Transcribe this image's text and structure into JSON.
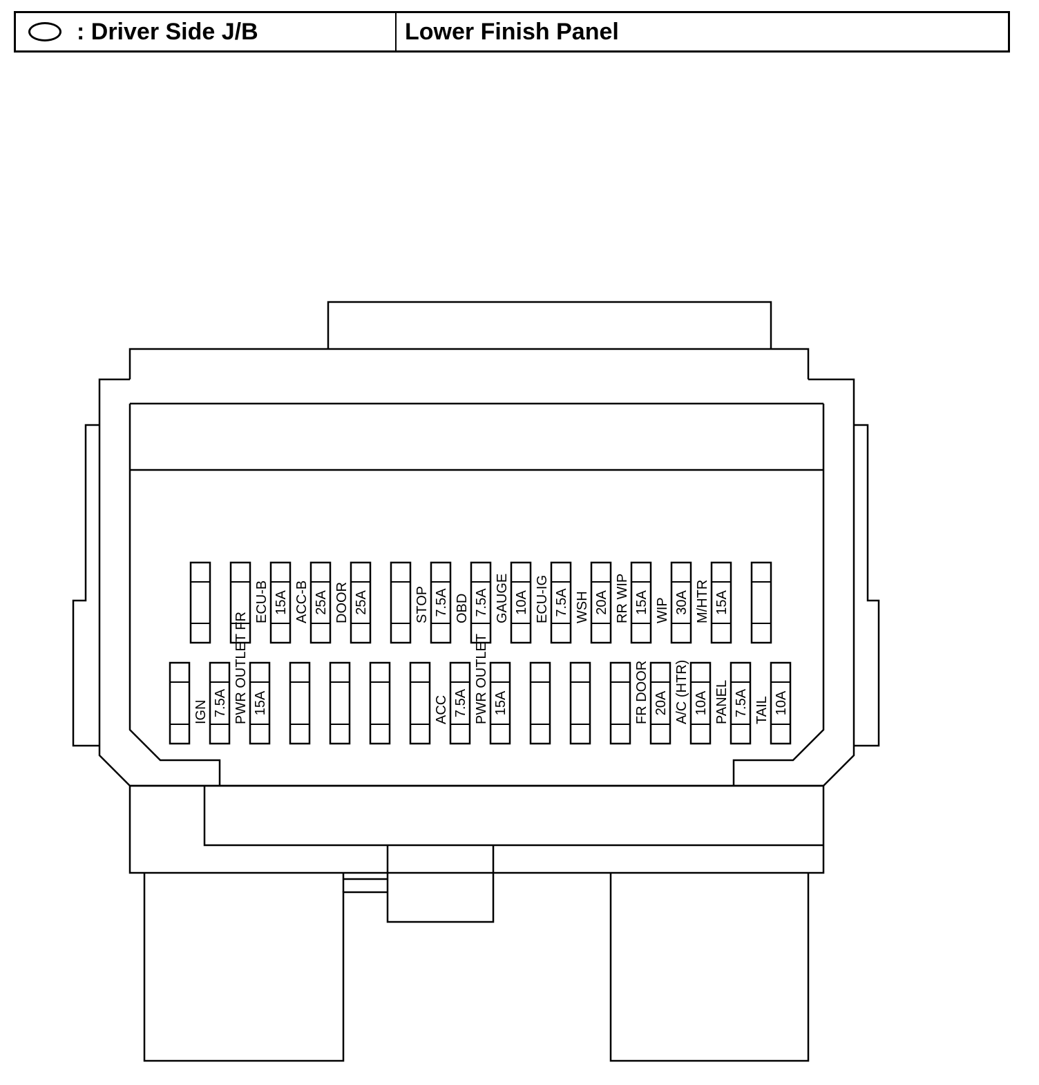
{
  "header": {
    "legend_icon": "oval-icon",
    "left_title": ": Driver Side J/B",
    "right_title": "Lower Finish Panel"
  },
  "fuses_top": [
    {
      "rating": "",
      "name": ""
    },
    {
      "rating": "",
      "name": ""
    },
    {
      "rating": "15A",
      "name": "ECU-B"
    },
    {
      "rating": "25A",
      "name": "ACC-B"
    },
    {
      "rating": "25A",
      "name": "DOOR"
    },
    {
      "rating": "",
      "name": ""
    },
    {
      "rating": "7.5A",
      "name": "STOP"
    },
    {
      "rating": "7.5A",
      "name": "OBD"
    },
    {
      "rating": "10A",
      "name": "GAUGE"
    },
    {
      "rating": "7.5A",
      "name": "ECU-IG"
    },
    {
      "rating": "20A",
      "name": "WSH"
    },
    {
      "rating": "15A",
      "name": "RR WIP"
    },
    {
      "rating": "30A",
      "name": "WIP"
    },
    {
      "rating": "15A",
      "name": "M/HTR"
    },
    {
      "rating": "",
      "name": ""
    }
  ],
  "fuses_bottom": [
    {
      "rating": "",
      "name": ""
    },
    {
      "rating": "7.5A",
      "name": "IGN"
    },
    {
      "rating": "15A",
      "name": "PWR OUTLET FR"
    },
    {
      "rating": "",
      "name": ""
    },
    {
      "rating": "",
      "name": ""
    },
    {
      "rating": "",
      "name": ""
    },
    {
      "rating": "",
      "name": ""
    },
    {
      "rating": "7.5A",
      "name": "ACC"
    },
    {
      "rating": "15A",
      "name": "PWR OUTLET"
    },
    {
      "rating": "",
      "name": ""
    },
    {
      "rating": "",
      "name": ""
    },
    {
      "rating": "",
      "name": ""
    },
    {
      "rating": "20A",
      "name": "FR DOOR"
    },
    {
      "rating": "10A",
      "name": "A/C (HTR)"
    },
    {
      "rating": "7.5A",
      "name": "PANEL"
    },
    {
      "rating": "10A",
      "name": "TAIL"
    }
  ]
}
